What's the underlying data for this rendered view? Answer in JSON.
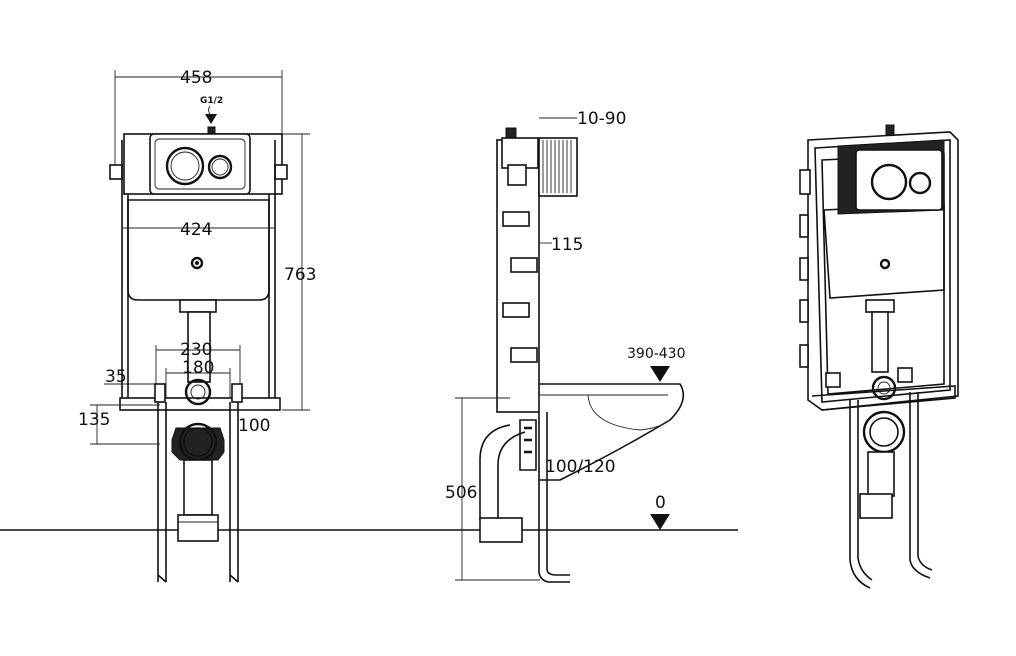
{
  "front_view": {
    "dim_width_total": "458",
    "dim_inlet": "G1/2",
    "dim_inner_width": "424",
    "dim_height": "763",
    "dim_pipe_span": "230",
    "dim_pipe_inner": "180",
    "dim_offset": "35",
    "dim_bracket_height": "135",
    "dim_foot": "100"
  },
  "side_view": {
    "dim_plate_depth": "10-90",
    "dim_frame_depth": "115",
    "dim_bowl_height": "390-430",
    "dim_outlet": "100/120",
    "dim_outlet_height": "506",
    "dim_floor_level": "0"
  }
}
